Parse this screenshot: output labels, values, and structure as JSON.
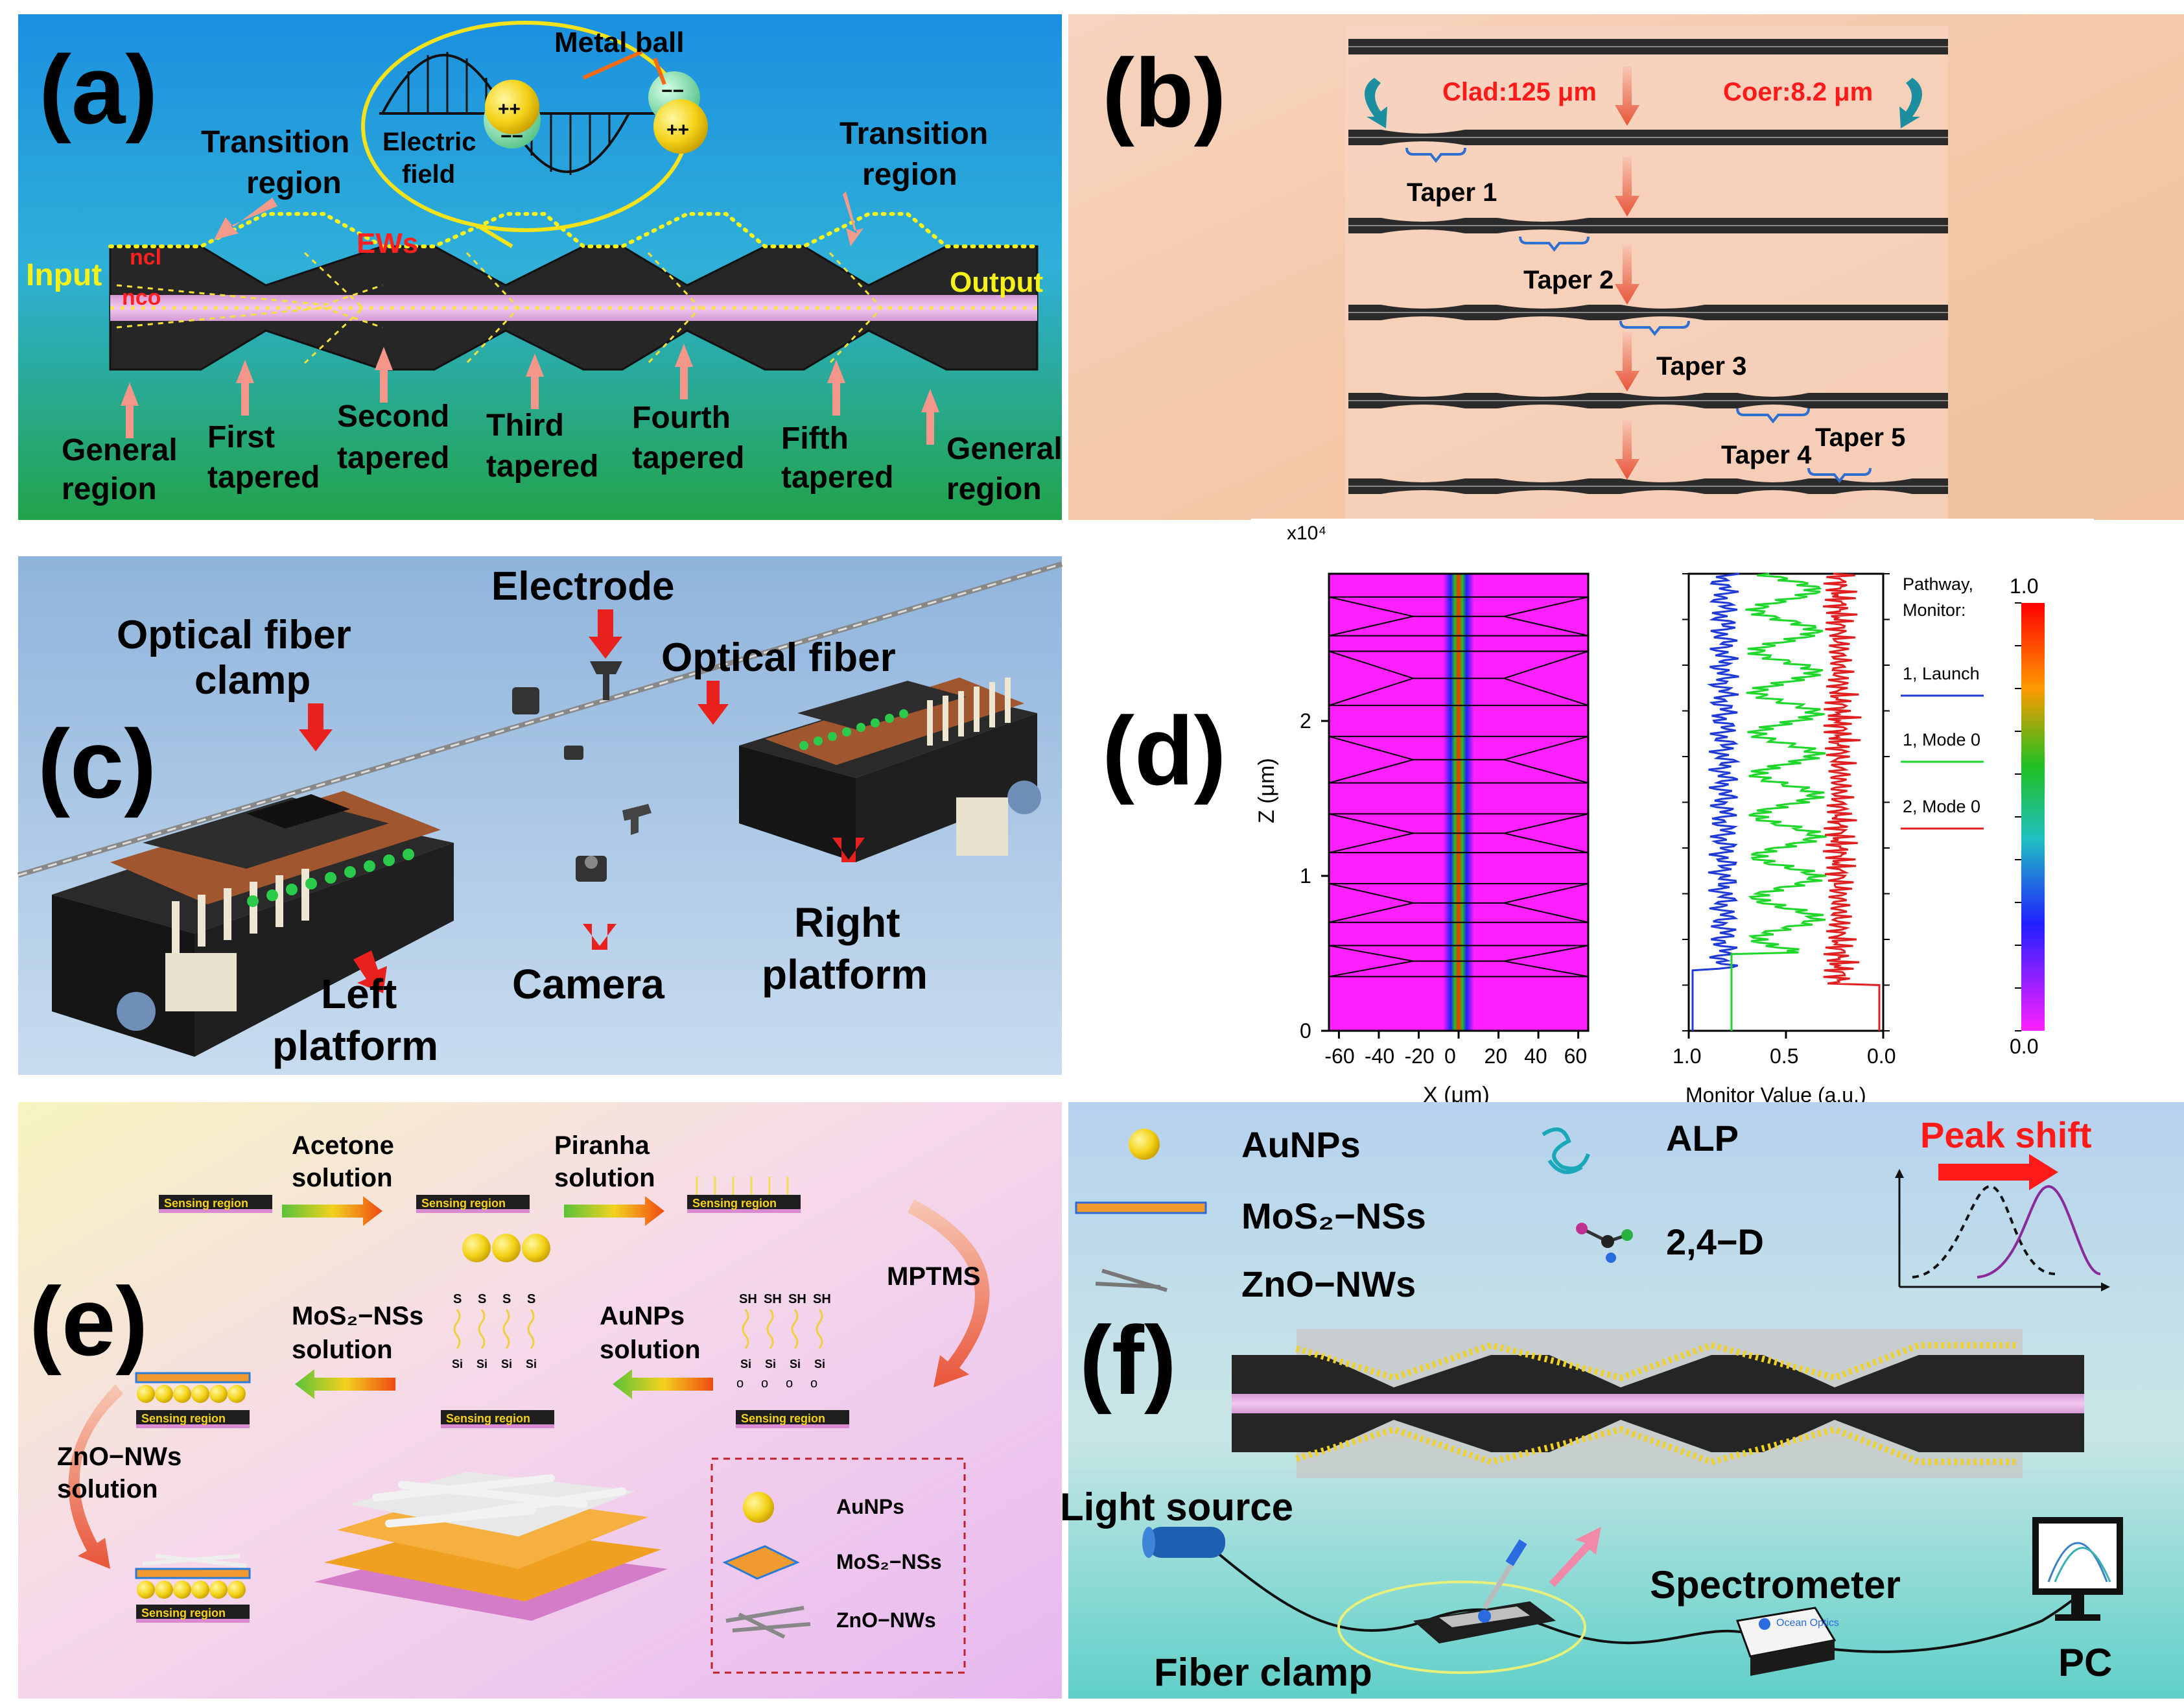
{
  "panels": {
    "a": {
      "letter": "(a)",
      "top_left_label": [
        "Transition",
        "region"
      ],
      "top_right_label": [
        "Transition",
        "region"
      ],
      "metal_ball": "Metal ball",
      "electric_field": [
        "Electric",
        "field"
      ],
      "ews": "EWs",
      "ncl": "ncl",
      "nco": "nco",
      "input": "Input",
      "output": "Output",
      "charge_plus": "++",
      "charge_minus": "−−",
      "bottom_labels": [
        [
          "General",
          "region"
        ],
        [
          "First",
          "tapered"
        ],
        [
          "Second",
          "tapered"
        ],
        [
          "Third",
          "tapered"
        ],
        [
          "Fourth",
          "tapered"
        ],
        [
          "Fifth",
          "tapered"
        ],
        [
          "General",
          "region"
        ]
      ]
    },
    "b": {
      "letter": "(b)",
      "clad": "Clad:125 μm",
      "core": "Coer:8.2 μm",
      "tapers": [
        "Taper 1",
        "Taper 2",
        "Taper 3",
        "Taper 4",
        "Taper 5"
      ]
    },
    "c": {
      "letter": "(c)",
      "labels": {
        "clamp": [
          "Optical fiber",
          "clamp"
        ],
        "electrode": "Electrode",
        "fiber": "Optical fiber",
        "left": [
          "Left",
          "platform"
        ],
        "camera": "Camera",
        "right": [
          "Right",
          "platform"
        ]
      }
    },
    "d": {
      "letter": "(d)",
      "x_exponent": "x10⁴",
      "z_label": "Z (μm)",
      "x_label": "X (μm)",
      "monitor_label": "Monitor Value (a.u.)",
      "z_ticks": [
        "0",
        "1",
        "2"
      ],
      "x_ticks": [
        "-60",
        "-40",
        "-20",
        "0",
        "20",
        "40",
        "60"
      ],
      "monitor_ticks": [
        "1.0",
        "0.5",
        "0.0"
      ],
      "legend_header": [
        "Pathway,",
        "Monitor:"
      ],
      "legend": [
        {
          "label": "1, Launch",
          "color": "#1f3ad6"
        },
        {
          "label": "1, Mode 0",
          "color": "#1fd62a"
        },
        {
          "label": "2, Mode 0",
          "color": "#e02020"
        }
      ],
      "colorbar_max": "1.0",
      "colorbar_min": "0.0"
    },
    "e": {
      "letter": "(e)",
      "acetone": [
        "Acetone",
        "solution"
      ],
      "piranha": [
        "Piranha",
        "solution"
      ],
      "mptms": "MPTMS",
      "aunps_solution": [
        "AuNPs",
        "solution"
      ],
      "mos2_solution": [
        "MoS₂−NSs",
        "solution"
      ],
      "zno_solution": [
        "ZnO−NWs",
        "solution"
      ],
      "sensing_region": "Sensing region",
      "sh": "SH",
      "s": "S",
      "si": "Si",
      "legend": [
        "AuNPs",
        "MoS₂−NSs",
        "ZnO−NWs"
      ]
    },
    "f": {
      "letter": "(f)",
      "legend": [
        "AuNPs",
        "MoS₂−NSs",
        "ZnO−NWs"
      ],
      "alp": "ALP",
      "d24": "2,4−D",
      "peak_shift": "Peak shift",
      "light_source": "Light source",
      "spectrometer": "Spectrometer",
      "fiber_clamp": "Fiber clamp",
      "pc": "PC",
      "brand": "Ocean Optics"
    }
  }
}
